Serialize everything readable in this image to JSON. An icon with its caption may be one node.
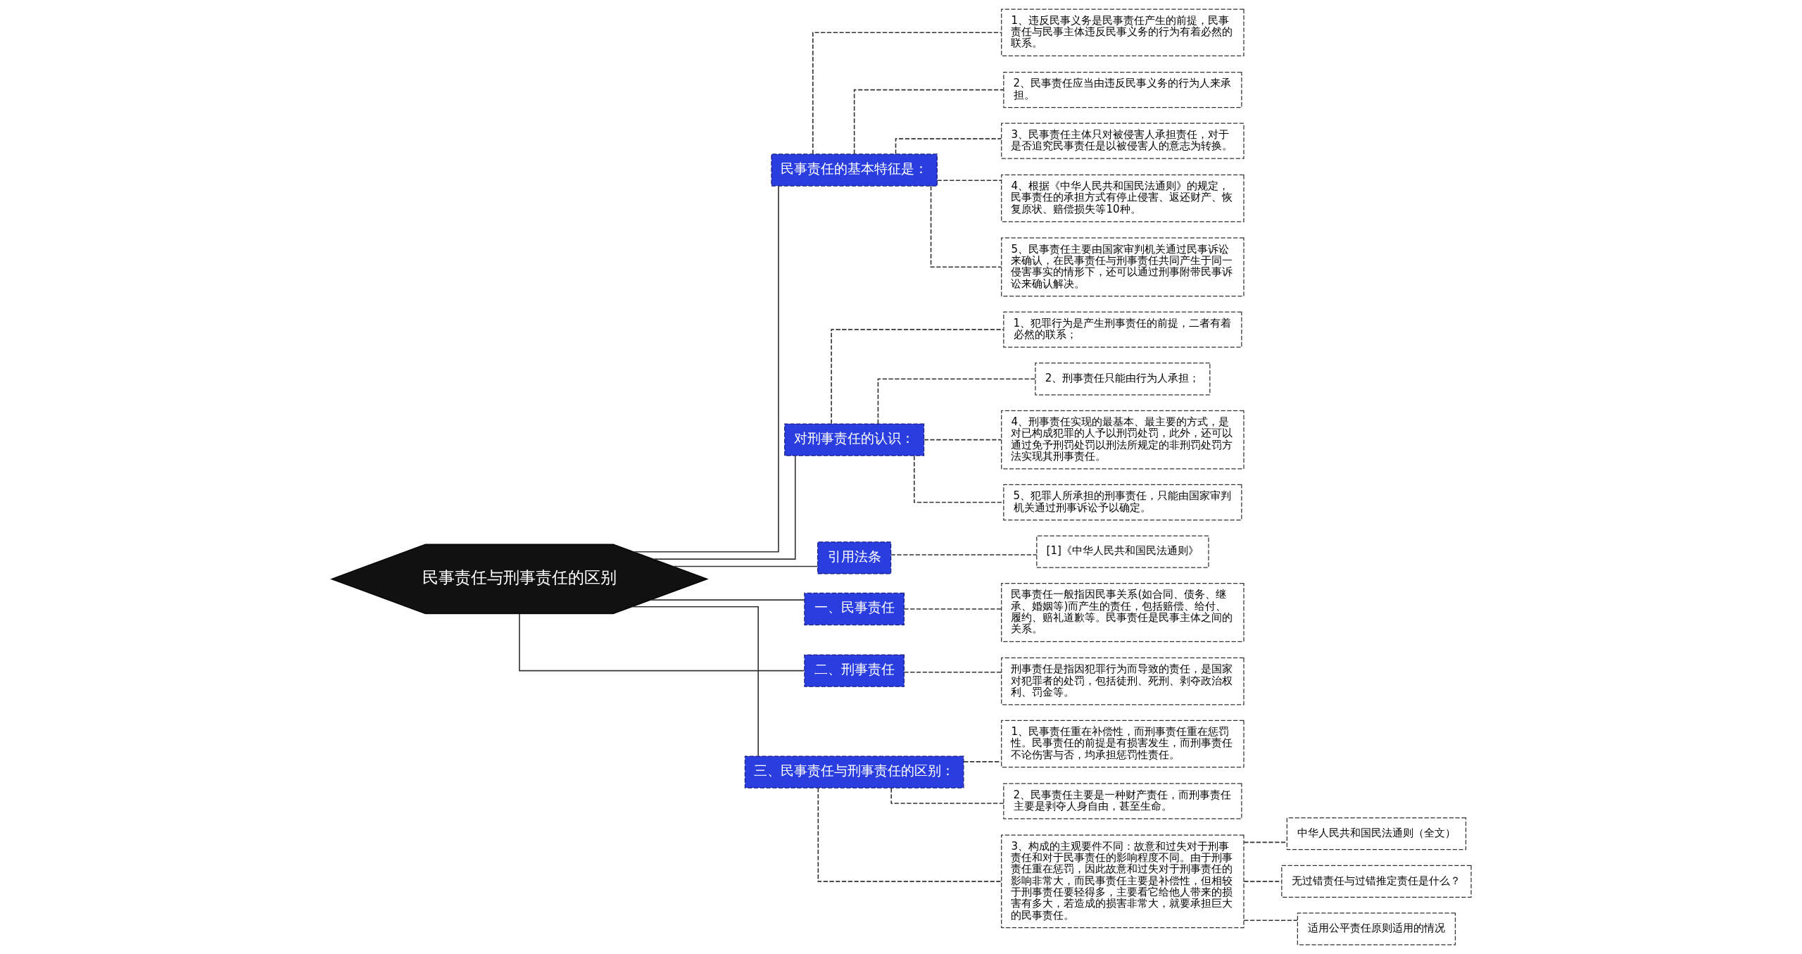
{
  "diagram": {
    "nodes": [
      {
        "text": [
          "民事责任与刑事责任的区别"
        ]
      },
      {
        "text": [
          "民事责任的基本特征是："
        ]
      },
      {
        "text": [
          "1、违反民事义务是民事责任产生的前提，民事责任与民事主体违反民事义务的行为有着必然的联系。"
        ]
      },
      {
        "text": [
          "2、民事责任应当由违反民事义务的行为人来承担。"
        ]
      },
      {
        "text": [
          "3、民事责任主体只对被侵害人承担责任，对于是否追究民事责任是以被侵害人的意志为转换。"
        ]
      },
      {
        "text": [
          "4、根据《中华人民共和国民法通则》的规定，民事责任的承担方式有停止侵害、返还财产、恢复原状、赔偿损失等10种。"
        ]
      },
      {
        "text": [
          "5、民事责任主要由国家审判机关通过民事诉讼来确认，在民事责任与刑事责任共同产生于同一侵害事实的情形下，还可以通过刑事附带民事诉讼来确认解决。"
        ]
      },
      {
        "text": [
          "对刑事责任的认识："
        ]
      },
      {
        "text": [
          "1、犯罪行为是产生刑事责任的前提，二者有着必然的联系；"
        ]
      },
      {
        "text": [
          "2、刑事责任只能由行为人承担；"
        ]
      },
      {
        "text": [
          "4、刑事责任实现的最基本、最主要的方式，是对已构成犯罪的人予以刑罚处罚，此外，还可以通过免予刑罚处罚以刑法所规定的非刑罚处罚方法实现其刑事责任。"
        ]
      },
      {
        "text": [
          "5、犯罪人所承担的刑事责任，只能由国家审判机关通过刑事诉讼予以确定。"
        ]
      },
      {
        "text": [
          "引用法条"
        ]
      },
      {
        "text": [
          "[1]《中华人民共和国民法通则》"
        ]
      },
      {
        "text": [
          "一、民事责任"
        ]
      },
      {
        "text": [
          "民事责任一般指因民事关系(如合同、债务、继承、婚姻等)而产生的责任，包括赔偿、给付、履约、赔礼道歉等。民事责任是民事主体之间的关系。"
        ]
      },
      {
        "text": [
          "二、刑事责任"
        ]
      },
      {
        "text": [
          "刑事责任是指因犯罪行为而导致的责任，是国家对犯罪者的处罚，包括徒刑、死刑、剥夺政治权利、罚金等。"
        ]
      },
      {
        "text": [
          "三、民事责任与刑事责任的区别："
        ]
      },
      {
        "text": [
          "1、民事责任重在补偿性，而刑事责任重在惩罚性。民事责任的前提是有损害发生，而刑事责任不论伤害与否，均承担惩罚性责任。"
        ]
      },
      {
        "text": [
          "2、民事责任主要是一种财产责任，而刑事责任主要是剥夺人身自由，甚至生命。"
        ]
      },
      {
        "text": [
          "3、构成的主观要件不同：故意和过失对于刑事责任和对于民事责任的影响程度不同。由于刑事责任重在惩罚，因此故意和过失对于刑事责任的影响非常大，而民事责任主要是补偿性，但相较于刑事责任要轻得多，主要看它给他人带来的损害有多大，若造成的损害非常大，就要承担巨大的民事责任。"
        ]
      },
      {
        "text": [
          "中华人民共和国民法通则（全文）"
        ]
      },
      {
        "text": [
          "无过错责任与过错推定责任是什么？"
        ]
      },
      {
        "text": [
          "适用公平责任原则适用的情况"
        ]
      }
    ],
    "edges": [
      {
        "from": 0,
        "to": 1,
        "arrow": "none"
      },
      {
        "from": 1,
        "to": 2,
        "arrow": "none",
        "style": "dashed"
      },
      {
        "from": 1,
        "to": 3,
        "arrow": "none",
        "style": "dashed"
      },
      {
        "from": 1,
        "to": 4,
        "arrow": "none",
        "style": "dashed"
      },
      {
        "from": 1,
        "to": 5,
        "arrow": "none",
        "style": "dashed"
      },
      {
        "from": 1,
        "to": 6,
        "arrow": "none",
        "style": "dashed"
      },
      {
        "from": 0,
        "to": 7,
        "arrow": "none"
      },
      {
        "from": 7,
        "to": 8,
        "arrow": "none",
        "style": "dashed"
      },
      {
        "from": 7,
        "to": 9,
        "arrow": "none",
        "style": "dashed"
      },
      {
        "from": 7,
        "to": 10,
        "arrow": "none",
        "style": "dashed"
      },
      {
        "from": 7,
        "to": 11,
        "arrow": "none",
        "style": "dashed"
      },
      {
        "from": 0,
        "to": 12,
        "arrow": "none"
      },
      {
        "from": 12,
        "to": 13,
        "arrow": "none",
        "style": "dashed"
      },
      {
        "from": 0,
        "to": 14,
        "arrow": "none"
      },
      {
        "from": 14,
        "to": 15,
        "arrow": "none",
        "style": "dashed"
      },
      {
        "from": 0,
        "to": 16,
        "arrow": "none"
      },
      {
        "from": 16,
        "to": 17,
        "arrow": "none",
        "style": "dashed"
      },
      {
        "from": 0,
        "to": 18,
        "arrow": "none"
      },
      {
        "from": 18,
        "to": 19,
        "arrow": "none",
        "style": "dashed"
      },
      {
        "from": 18,
        "to": 20,
        "arrow": "none",
        "style": "dashed"
      },
      {
        "from": 18,
        "to": 21,
        "arrow": "none",
        "style": "dashed"
      },
      {
        "from": 21,
        "to": 22,
        "arrow": "none",
        "style": "dashed"
      },
      {
        "from": 21,
        "to": 23,
        "arrow": "none",
        "style": "dashed"
      },
      {
        "from": 21,
        "to": 24,
        "arrow": "none",
        "style": "dashed"
      }
    ]
  }
}
